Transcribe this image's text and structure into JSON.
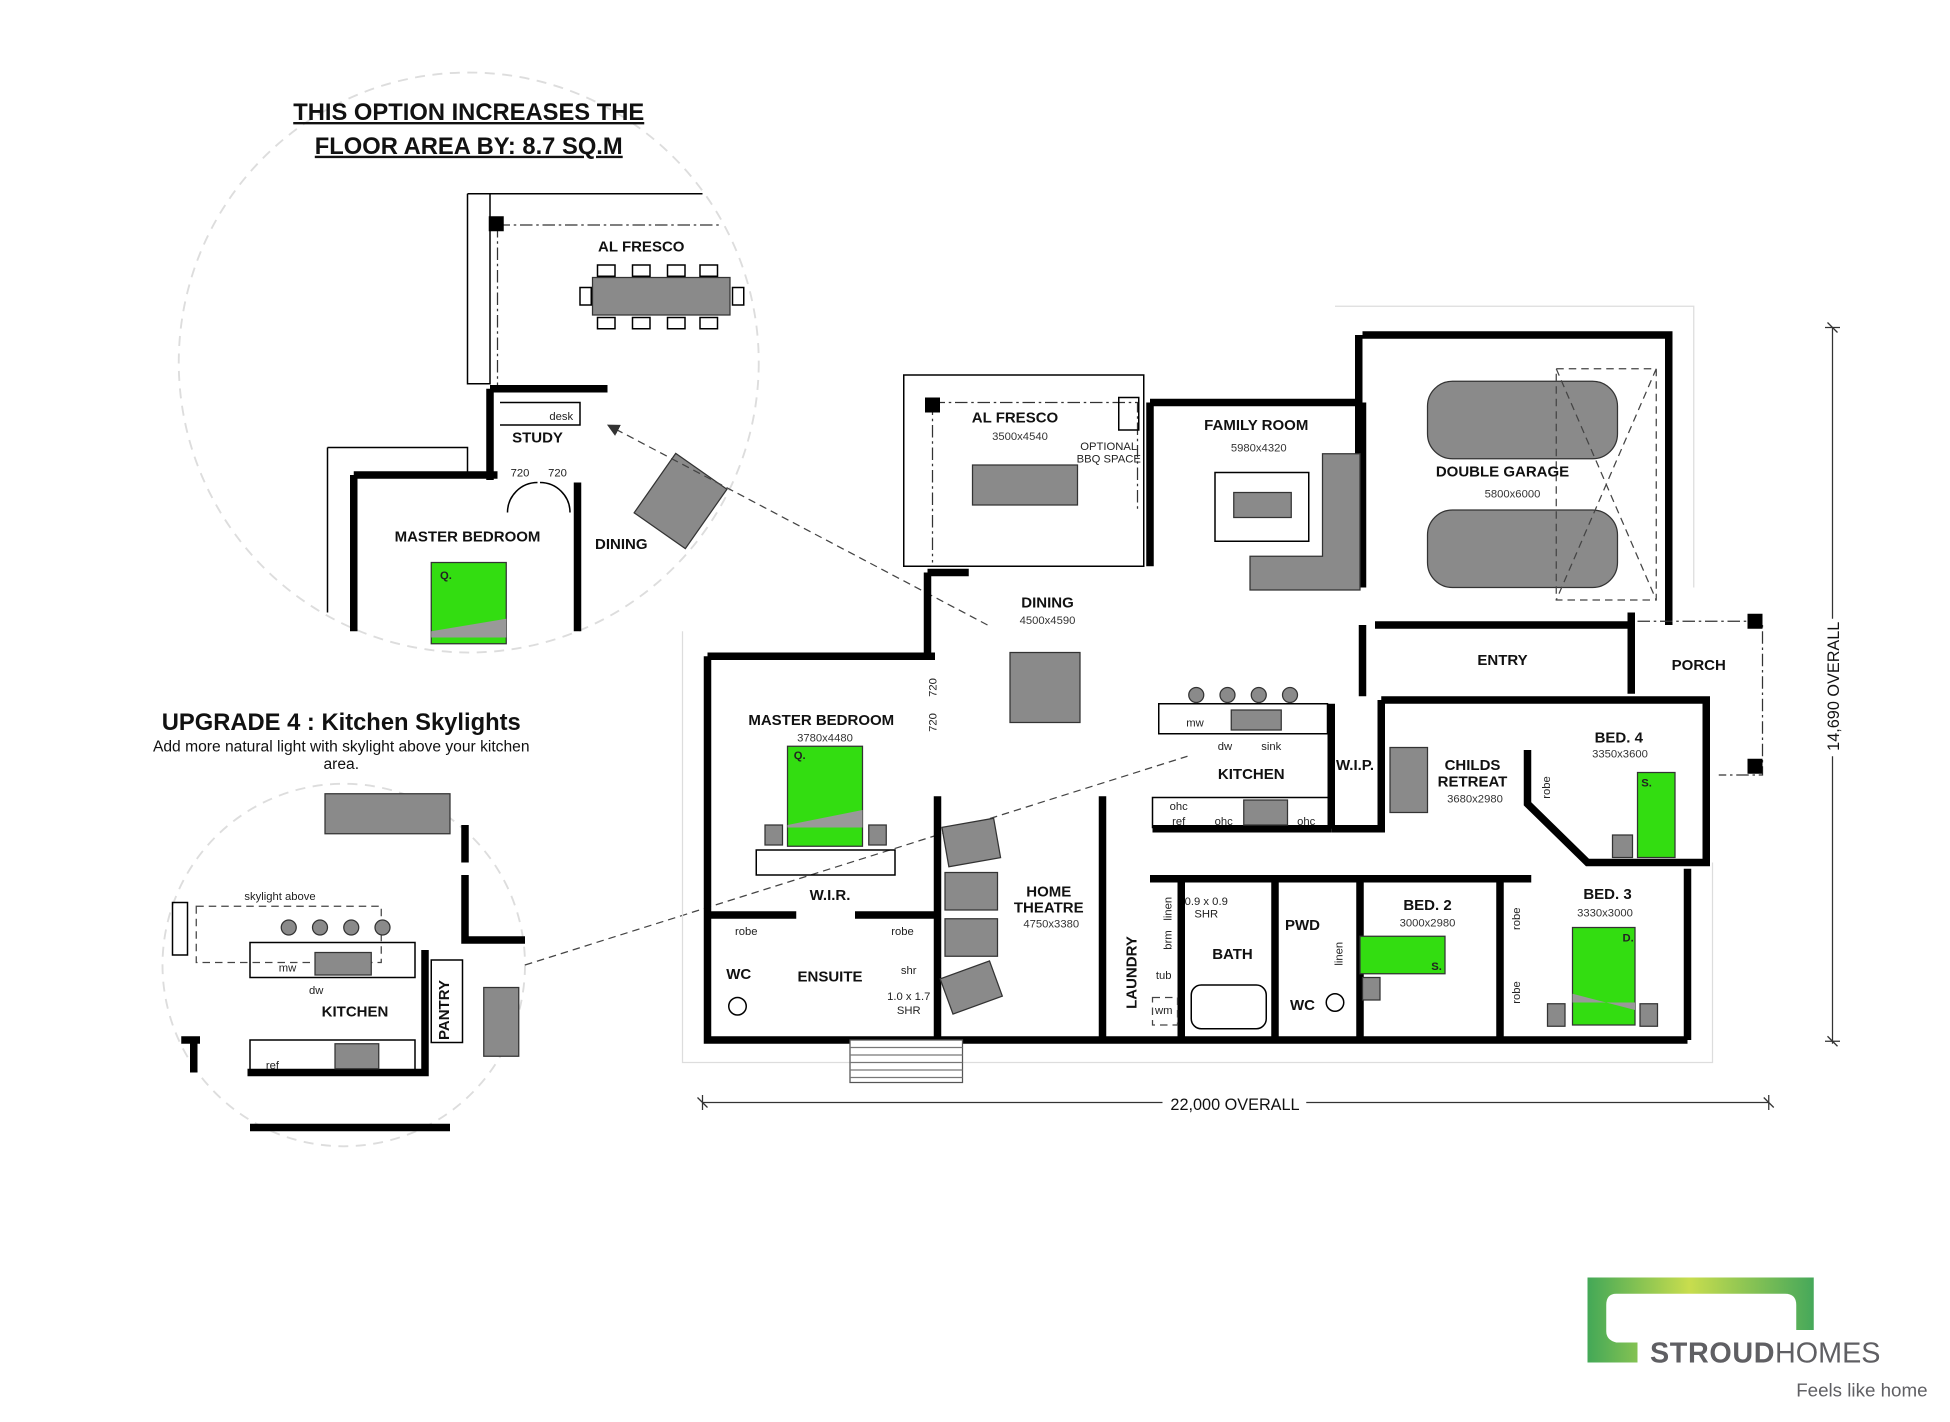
{
  "inset_top": {
    "heading_line1": "THIS OPTION INCREASES THE",
    "heading_line2": "FLOOR AREA BY: 8.7 SQ.M",
    "al_fresco": "AL FRESCO",
    "desk": "desk",
    "study": "STUDY",
    "door_a": "720",
    "door_b": "720",
    "master_bedroom": "MASTER BEDROOM",
    "bed_size": "Q.",
    "dining": "DINING"
  },
  "upgrade": {
    "title": "UPGRADE 4 : Kitchen Skylights",
    "desc_line1": "Add more natural light with skylight above your kitchen",
    "desc_line2": "area."
  },
  "inset_bottom": {
    "skylight": "skylight above",
    "mw": "mw",
    "dw": "dw",
    "kitchen": "KITCHEN",
    "pantry": "PANTRY",
    "ref": "ref"
  },
  "plan": {
    "al_fresco": {
      "name": "AL FRESCO",
      "size": "3500x4540"
    },
    "bbq": {
      "line1": "OPTIONAL",
      "line2": "BBQ SPACE"
    },
    "family_room": {
      "name": "FAMILY ROOM",
      "size": "5980x4320"
    },
    "double_garage": {
      "name": "DOUBLE GARAGE",
      "size": "5800x6000"
    },
    "dining": {
      "name": "DINING",
      "size": "4500x4590"
    },
    "entry": {
      "name": "ENTRY"
    },
    "porch": {
      "name": "PORCH"
    },
    "master_bedroom": {
      "name": "MASTER BEDROOM",
      "size": "3780x4480",
      "bed": "Q."
    },
    "door_720_a": "720",
    "door_720_b": "720",
    "kitchen": {
      "name": "KITCHEN",
      "mw": "mw",
      "dw": "dw",
      "sink": "sink",
      "ohc1": "ohc",
      "ref": "ref",
      "ohc2": "ohc",
      "ohc3": "ohc"
    },
    "wip": {
      "name": "W.I.P."
    },
    "childs_retreat": {
      "line1": "CHILDS",
      "line2": "RETREAT",
      "size": "3680x2980"
    },
    "bed4": {
      "name": "BED. 4",
      "size": "3350x3600",
      "bed": "S.",
      "robe": "robe"
    },
    "wir": {
      "name": "W.I.R.",
      "robe1": "robe",
      "robe2": "robe"
    },
    "ensuite": {
      "name": "ENSUITE",
      "wc": "WC",
      "shr": "shr",
      "shr_size": "1.0 x 1.7",
      "shr_label": "SHR"
    },
    "home_theatre": {
      "line1": "HOME",
      "line2": "THEATRE",
      "size": "4750x3380"
    },
    "laundry": {
      "name": "LAUNDRY",
      "tub": "tub",
      "wm": "wm"
    },
    "bath": {
      "name": "BATH",
      "linen": "linen",
      "brm": "brm",
      "shr_size": "0.9 x 0.9",
      "shr_label": "SHR"
    },
    "pwd": {
      "name": "PWD",
      "linen": "linen",
      "wc": "WC"
    },
    "bed2": {
      "name": "BED. 2",
      "size": "3000x2980",
      "bed": "S.",
      "robe": "robe"
    },
    "bed3": {
      "name": "BED. 3",
      "size": "3330x3000",
      "bed": "D.",
      "robe": "robe"
    }
  },
  "dimensions": {
    "width": "22,000 OVERALL",
    "depth": "14,690 OVERALL"
  },
  "logo": {
    "brand_bold": "STROUD",
    "brand_light": "HOMES",
    "tagline": "Feels like home"
  },
  "colors": {
    "bed_green": "#33dd11",
    "furniture_gray": "#8a8a8a",
    "logo_gray": "#5f5f63",
    "logo_green": "#4caf50",
    "logo_lime": "#c8dd4e"
  }
}
